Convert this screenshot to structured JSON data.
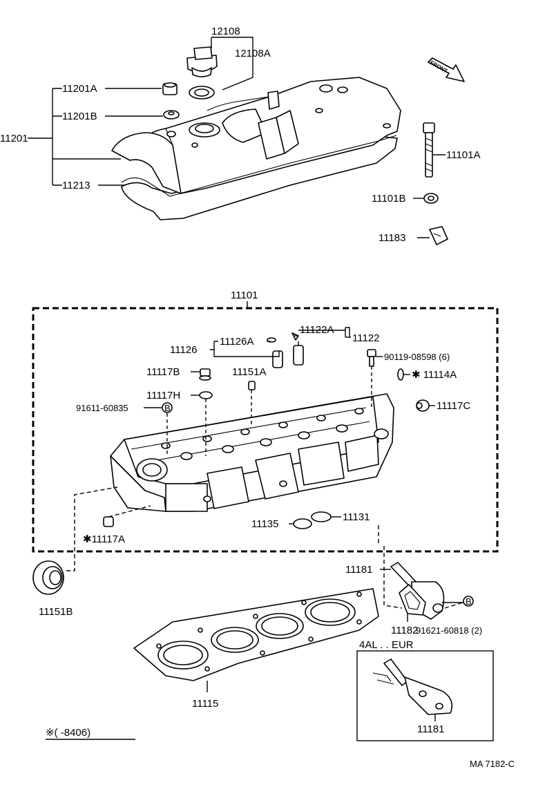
{
  "labels": {
    "p12108": "12108",
    "p12108A": "12108A",
    "p11201A": "11201A",
    "p11201B": "11201B",
    "p11201": "11201",
    "p11213": "11213",
    "front": "FRONT",
    "p11101A": "11101A",
    "p11101B": "11101B",
    "p11183": "11183",
    "p11101": "11101",
    "p11122A": "11122A",
    "p11122": "11122",
    "p11126": "11126",
    "p11126A": "11126A",
    "p90119": "90119-08598 (6)",
    "p11117B": "11117B",
    "p11151A": "11151A",
    "p11114A": "✱ 11114A",
    "p11117H": "11117H",
    "p91611": "91611-60835",
    "p11117C": "11117C",
    "p11135": "11135",
    "p11131": "11131",
    "p11117A": "✱11117A",
    "p11181": "11181",
    "p11151B": "11151B",
    "p11182": "11182",
    "p91621": "91621-60818 (2)",
    "p4al": "4AL . . EUR",
    "p11181b": "11181",
    "p11115": "11115",
    "note": "※(        -8406)",
    "code": "MA 7182-C",
    "circleB": "B"
  }
}
